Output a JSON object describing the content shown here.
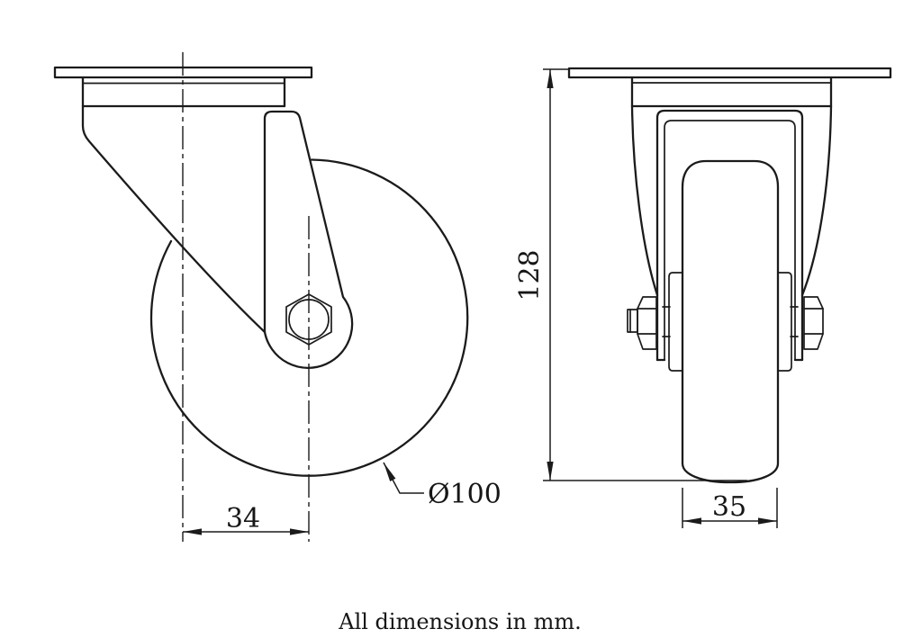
{
  "note": "All dimensions in mm.",
  "colors": {
    "background": "#ffffff",
    "line": "#1b1b1b"
  },
  "dimensions": {
    "swivel_offset_mm": "34",
    "wheel_diameter": "Ø100",
    "overall_height_mm": "128",
    "wheel_width_mm": "35"
  }
}
